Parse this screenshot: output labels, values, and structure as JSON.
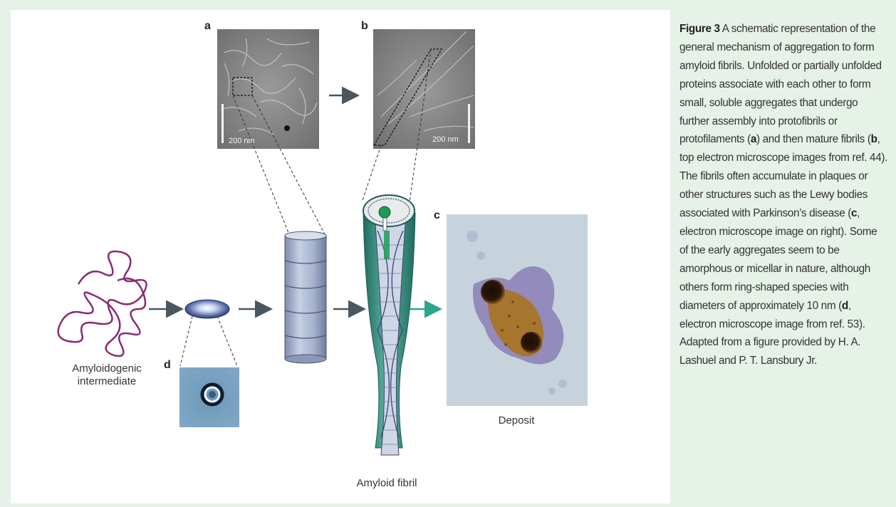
{
  "panel_labels": {
    "a": "a",
    "b": "b",
    "c": "c",
    "d": "d"
  },
  "scale_bars": {
    "a": "200 nm",
    "b": "200 nm"
  },
  "labels": {
    "intermediate_line1": "Amyloidogenic",
    "intermediate_line2": "intermediate",
    "fibril": "Amyloid fibril",
    "deposit": "Deposit"
  },
  "caption": {
    "title": "Figure 3",
    "segments": [
      " A schematic representation of the general mechanism of aggregation to form amyloid fibrils. Unfolded or partially unfolded proteins associate with each other to form small, soluble aggregates that undergo further assembly into protofibrils or protofilaments (",
      "a",
      ") and then mature fibrils (",
      "b",
      ", top electron microscope images from ref. 44). The fibrils often accumulate in plaques or other structures such as the Lewy bodies associated with Parkinson’s disease (",
      "c",
      ", electron microscope image on right). Some of the early aggregates seem to be amorphous or micellar in nature, although others form ring-shaped species with diameters of approximately 10 nm (",
      "d",
      ", electron microscope image from ref. 53). Adapted from a figure provided by H. A. Lashuel and P. T. Lansbury Jr."
    ]
  },
  "colors": {
    "background": "#e6f1e7",
    "panel": "#ffffff",
    "arrow": "#4a5761",
    "teal_arrow": "#2aa590",
    "protein_chain": "#8a2a6e",
    "fibril_teal": "#3a8f80",
    "column_blue": "#a9b7cf"
  }
}
